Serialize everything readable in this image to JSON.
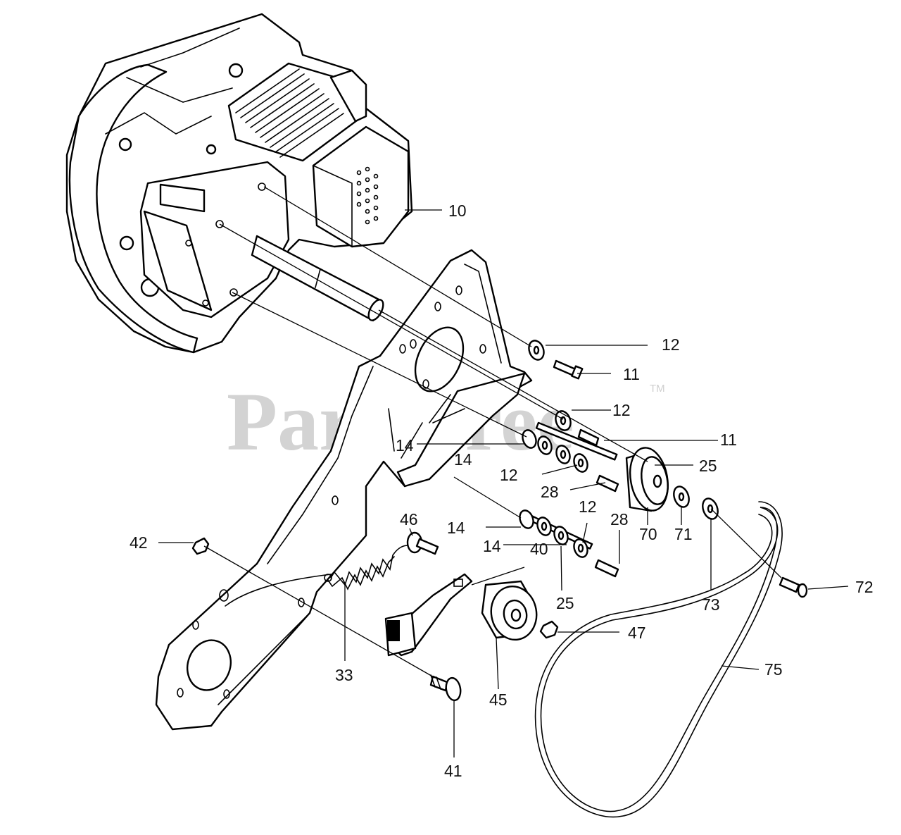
{
  "watermark": {
    "text": "PartsTree",
    "trademark": "TM"
  },
  "callouts": [
    {
      "id": "c10",
      "label": "10"
    },
    {
      "id": "c12a",
      "label": "12"
    },
    {
      "id": "c11a",
      "label": "11"
    },
    {
      "id": "c12b",
      "label": "12"
    },
    {
      "id": "c11b",
      "label": "11"
    },
    {
      "id": "c25a",
      "label": "25"
    },
    {
      "id": "c14a",
      "label": "14"
    },
    {
      "id": "c14b",
      "label": "14"
    },
    {
      "id": "c12c",
      "label": "12"
    },
    {
      "id": "c28a",
      "label": "28"
    },
    {
      "id": "c12d",
      "label": "12"
    },
    {
      "id": "c28b",
      "label": "28"
    },
    {
      "id": "c46",
      "label": "46"
    },
    {
      "id": "c14c",
      "label": "14"
    },
    {
      "id": "c14d",
      "label": "14"
    },
    {
      "id": "c40",
      "label": "40"
    },
    {
      "id": "c70",
      "label": "70"
    },
    {
      "id": "c71",
      "label": "71"
    },
    {
      "id": "c72",
      "label": "72"
    },
    {
      "id": "c42",
      "label": "42"
    },
    {
      "id": "c25b",
      "label": "25"
    },
    {
      "id": "c73",
      "label": "73"
    },
    {
      "id": "c47",
      "label": "47"
    },
    {
      "id": "c75",
      "label": "75"
    },
    {
      "id": "c33",
      "label": "33"
    },
    {
      "id": "c45",
      "label": "45"
    },
    {
      "id": "c41",
      "label": "41"
    }
  ]
}
